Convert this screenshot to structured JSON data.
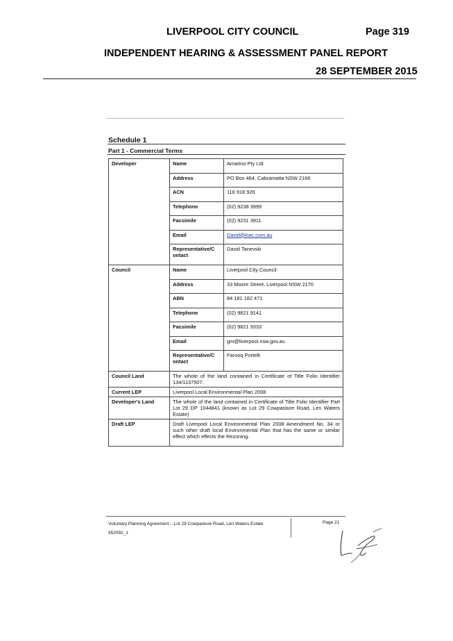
{
  "header": {
    "council": "LIVERPOOL CITY COUNCIL",
    "page": "Page 319",
    "panel": "INDEPENDENT HEARING & ASSESSMENT PANEL REPORT",
    "date": "28 SEPTEMBER 2015"
  },
  "schedule": {
    "title": "Schedule 1",
    "part": "Part 1 - Commercial Terms"
  },
  "developer": {
    "label": "Developer",
    "name_label": "Name",
    "name": "Amarino Pty Ltd",
    "address_label": "Address",
    "address": "PO Box 464, Cabramatta  NSW 2166",
    "acn_label": "ACN",
    "acn": "116 918 926",
    "telephone_label": "Telephone",
    "telephone": "(02) 9238 3999",
    "facsimile_label": "Facsimile",
    "facsimile": "(02) 9231 3911",
    "email_label": "Email",
    "email": "David@kwc.com.au",
    "rep_label": "Representative/C ontact",
    "rep": "David Tanevski"
  },
  "council": {
    "label": "Council",
    "name_label": "Name",
    "name": "Liverpool City Council",
    "address_label": "Address",
    "address": "33 Moore Street, Liverpool NSW 2170",
    "abn_label": "ABN",
    "abn": "84 181 182 471",
    "telephone_label": "Telephone",
    "telephone": "(02) 9821 9141",
    "facsimile_label": "Facsimile",
    "facsimile": "(02) 9821 9333",
    "email_label": "Email",
    "email": "gm@liverpool.nsw.gov.au",
    "rep_label": "Representative/C ontact",
    "rep": "Farooq Portelli"
  },
  "council_land": {
    "label": "Council Land",
    "text": "The whole of the land contained in Certificate of Title Folio Identifier 134/1137507."
  },
  "current_lep": {
    "label": "Current LEP",
    "text": "Liverpool Local Environmental Plan 2008"
  },
  "developers_land": {
    "label": "Developer's Land",
    "text": "The whole of the land contained in Certificate of Title Folio Identifier Part Lot 29 DP 1044841 (known as Lot 29 Cowpasture Road, Len Waters Estate)"
  },
  "draft_lep": {
    "label": "Draft LEP",
    "text": "Draft Liverpool Local Environmental Plan 2008 Amendment No. 34 or such other draft local Environmental Plan that has the same or similar effect which effects the Rezoning."
  },
  "footer": {
    "agreement": "Voluntary Planning Agreement – Lot 29 Cowpasture Road, Len Waters Estate",
    "doc_number": "952092_1",
    "page": "Page 21",
    "signature": "handwritten initials"
  }
}
